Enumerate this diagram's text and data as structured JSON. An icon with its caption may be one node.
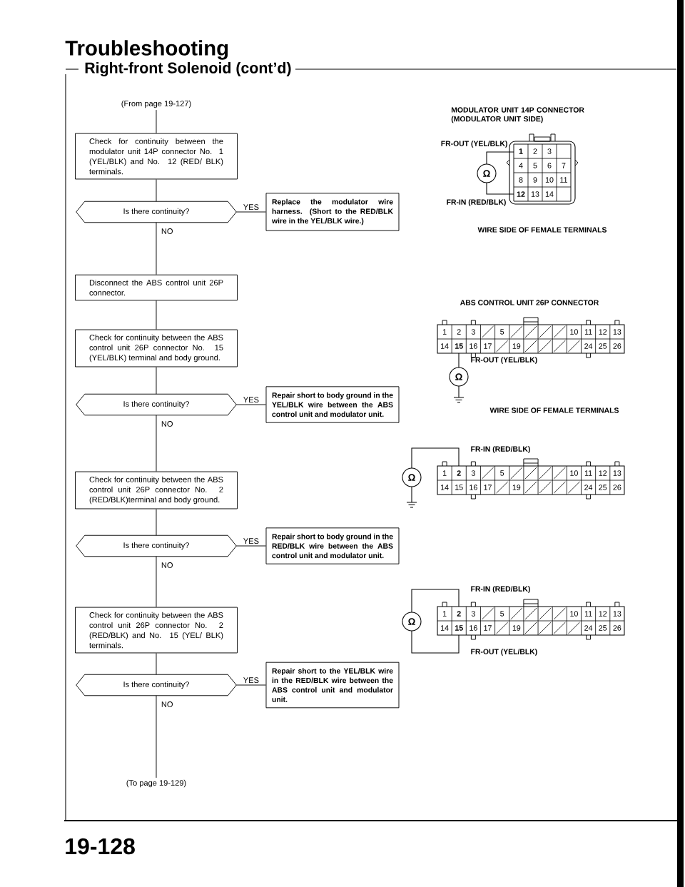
{
  "diagram": {
    "title": "Troubleshooting",
    "nodes": [
      {
        "text": [
          "(From page 19-127)"
        ]
      },
      {
        "text": [
          "Check for continuity between the modulator unit 14P connector No. 1 (YEL/BLK) and No. 12 (RED/ BLK) terminals."
        ]
      },
      {
        "text": [
          "Is there continuity?"
        ]
      },
      {
        "text": [
          "Replace the modulator wire harness. (Short to the RED/BLK wire in the YEL/BLK wire.)"
        ]
      },
      {
        "text": [
          "Disconnect the ABS control unit 26P connector."
        ]
      },
      {
        "text": [
          "Check for continuity between the ABS control unit 26P connector No. 15 (YEL/BLK) terminal and body ground."
        ]
      },
      {
        "text": [
          "Is there continuity?"
        ]
      },
      {
        "text": [
          "Repair short to body ground in the YEL/BLK wire between the ABS control unit and modulator unit."
        ]
      },
      {
        "text": [
          "Check for continuity between the ABS control unit 26P connector No. 2 (RED/BLK)terminal and body ground."
        ]
      },
      {
        "text": [
          "Is there continuity?"
        ]
      },
      {
        "text": [
          "Repair short to body ground in the RED/BLK wire between the ABS control unit and modulator unit."
        ]
      },
      {
        "text": [
          "Check for continuity between the ABS control unit 26P connector No. 2 (RED/BLK) and No. 15 (YEL/ BLK) terminals."
        ]
      },
      {
        "text": [
          "Is there continuity?"
        ]
      },
      {
        "text": [
          "Repair short to the YEL/BLK wire in the RED/BLK wire between the ABS control unit and modulator unit."
        ]
      },
      {
        "text": [
          "(To page 19-129)"
        ]
      }
    ],
    "edges": [
      {
        "from": 0,
        "to": 1,
        "arrow": "none"
      },
      {
        "from": 1,
        "to": 2,
        "arrow": "none"
      },
      {
        "from": 2,
        "to": 3,
        "arrow": "none",
        "label": "YES"
      },
      {
        "from": 2,
        "to": 4,
        "arrow": "none",
        "label": "NO"
      },
      {
        "from": 4,
        "to": 5,
        "arrow": "none"
      },
      {
        "from": 5,
        "to": 6,
        "arrow": "none"
      },
      {
        "from": 6,
        "to": 7,
        "arrow": "none",
        "label": "YES"
      },
      {
        "from": 6,
        "to": 8,
        "arrow": "none",
        "label": "NO"
      },
      {
        "from": 8,
        "to": 9,
        "arrow": "none"
      },
      {
        "from": 9,
        "to": 10,
        "arrow": "none",
        "label": "YES"
      },
      {
        "from": 9,
        "to": 11,
        "arrow": "none",
        "label": "NO"
      },
      {
        "from": 11,
        "to": 12,
        "arrow": "none"
      },
      {
        "from": 12,
        "to": 13,
        "arrow": "none",
        "label": "YES"
      },
      {
        "from": 12,
        "to": 14,
        "arrow": "none",
        "label": "NO"
      }
    ],
    "labels": [
      "Right-front Solenoid (cont’d)",
      "MODULATOR UNIT 14P CONNECTOR (MODULATOR UNIT SIDE)",
      "FR-OUT (YEL/BLK)",
      "1",
      "2",
      "3",
      "4",
      "5",
      "6",
      "7",
      "8",
      "9",
      "10",
      "11",
      "12",
      "13",
      "14",
      "Ω",
      "FR-IN (RED/BLK)",
      "WIRE SIDE OF FEMALE TERMINALS",
      "ABS CONTROL UNIT 26P CONNECTOR",
      "1",
      "2",
      "3",
      "5",
      "10",
      "11",
      "12",
      "13",
      "14",
      "15",
      "16",
      "17",
      "19",
      "24",
      "25",
      "26",
      "FR-OUT (YEL/BLK)",
      "Ω",
      "WIRE SIDE OF FEMALE TERMINALS",
      "FR-IN (RED/BLK)",
      "1",
      "2",
      "3",
      "5",
      "10",
      "11",
      "12",
      "13",
      "14",
      "15",
      "16",
      "17",
      "19",
      "24",
      "25",
      "26",
      "Ω",
      "FR-IN (RED/BLK)",
      "1",
      "2",
      "3",
      "5",
      "10",
      "11",
      "12",
      "13",
      "14",
      "15",
      "16",
      "17",
      "19",
      "24",
      "25",
      "26",
      "Ω",
      "FR-OUT (YEL/BLK)",
      "19-128"
    ]
  }
}
